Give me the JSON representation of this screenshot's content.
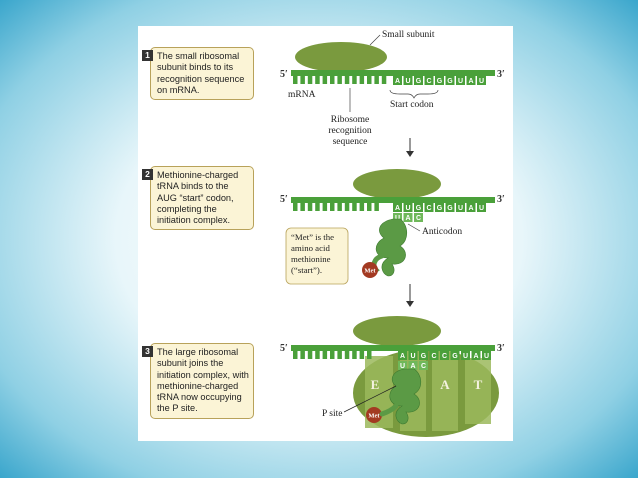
{
  "steps": [
    {
      "num": "1",
      "text": "The small ribosomal subunit binds to its recognition sequence on mRNA."
    },
    {
      "num": "2",
      "text": "Methionine-charged tRNA binds to the AUG “start” codon, completing the initiation complex."
    },
    {
      "num": "3",
      "text": "The large ribosomal subunit joins the initiation complex, with methionine-charged tRNA now occupying the P site."
    }
  ],
  "labels": {
    "small_subunit": "Small subunit",
    "mrna": "mRNA",
    "start_codon": "Start codon",
    "ribosome_recognition": [
      "Ribosome",
      "recognition",
      "sequence"
    ],
    "anticodon": "Anticodon",
    "p_site": "P site",
    "five_prime": "5′",
    "three_prime": "3′",
    "met": "Met",
    "met_callout": [
      "“Met” is the",
      "amino acid",
      "methionine",
      "(“start”)."
    ]
  },
  "codons": {
    "row1": [
      "A",
      "U",
      "G",
      "C",
      "G",
      "G",
      "U",
      "A",
      "U"
    ],
    "row3": [
      "A",
      "U",
      "G",
      "C",
      "C",
      "G",
      "U",
      "A",
      "U"
    ],
    "anticodon": [
      "U",
      "A",
      "C"
    ]
  },
  "sites": [
    "E",
    "A",
    "T"
  ],
  "colors": {
    "ribosome": "#7a9a3e",
    "mrna": "#4aa03a",
    "trna": "#5b9a45",
    "met": "#a33a22",
    "box": "#fbf4d6"
  }
}
